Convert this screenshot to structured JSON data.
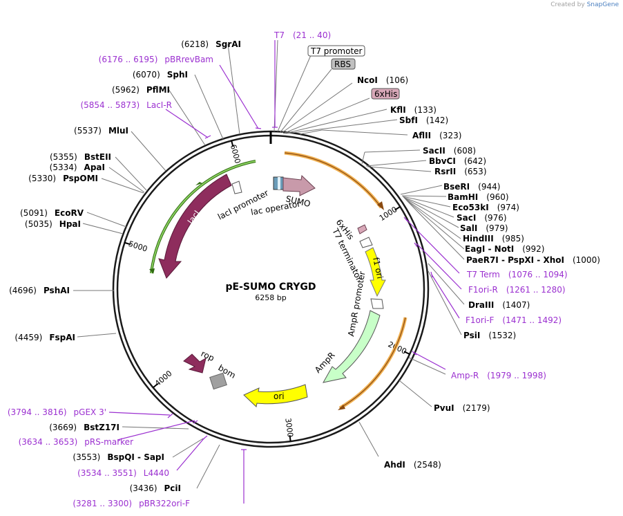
{
  "credit": {
    "prefix": "Created by",
    "brand": "SnapGene"
  },
  "plasmid": {
    "name": "pE-SUMO CRYGD",
    "size": "6258 bp"
  },
  "ticks": [
    "1000",
    "2000",
    "3000",
    "4000",
    "5000",
    "6000"
  ],
  "features": [
    {
      "name": "lacI",
      "label": "lacI"
    },
    {
      "name": "lacI promoter",
      "label": "lacI promoter"
    },
    {
      "name": "lac operator",
      "label": "lac operator"
    },
    {
      "name": "SUMO",
      "label": "SUMO"
    },
    {
      "name": "6xHis",
      "label": "6xHis"
    },
    {
      "name": "T7 terminator",
      "label": "T7 terminator"
    },
    {
      "name": "f1 ori",
      "label": "f1 ori"
    },
    {
      "name": "AmpR promoter",
      "label": "AmpR promoter"
    },
    {
      "name": "AmpR",
      "label": "AmpR"
    },
    {
      "name": "ori",
      "label": "ori"
    },
    {
      "name": "rop",
      "label": "rop"
    },
    {
      "name": "bom",
      "label": "bom"
    }
  ],
  "boxed_labels": [
    "T7 promoter",
    "RBS",
    "6xHis"
  ],
  "sites": [
    {
      "name": "NcoI",
      "pos": "(106)"
    },
    {
      "name": "KflI",
      "pos": "(133)"
    },
    {
      "name": "SbfI",
      "pos": "(142)"
    },
    {
      "name": "AflII",
      "pos": "(323)"
    },
    {
      "name": "SacII",
      "pos": "(608)"
    },
    {
      "name": "BbvCI",
      "pos": "(642)"
    },
    {
      "name": "RsrII",
      "pos": "(653)"
    },
    {
      "name": "BseRI",
      "pos": "(944)"
    },
    {
      "name": "BamHI",
      "pos": "(960)"
    },
    {
      "name": "Eco53kI",
      "pos": "(974)"
    },
    {
      "name": "SacI",
      "pos": "(976)"
    },
    {
      "name": "SalI",
      "pos": "(979)"
    },
    {
      "name": "HindIII",
      "pos": "(985)"
    },
    {
      "name": "EagI - NotI",
      "pos": "(992)"
    },
    {
      "name": "PaeR7I - PspXI - XhoI",
      "pos": "(1000)"
    },
    {
      "name": "DraIII",
      "pos": "(1407)"
    },
    {
      "name": "PsiI",
      "pos": "(1532)"
    },
    {
      "name": "PvuI",
      "pos": "(2179)"
    },
    {
      "name": "AhdI",
      "pos": "(2548)"
    },
    {
      "name": "PciI",
      "pos": "(3436)"
    },
    {
      "name": "BspQI - SapI",
      "pos": "(3553)"
    },
    {
      "name": "BstZ17I",
      "pos": "(3669)"
    },
    {
      "name": "FspAI",
      "pos": "(4459)"
    },
    {
      "name": "PshAI",
      "pos": "(4696)"
    },
    {
      "name": "HpaI",
      "pos": "(5035)"
    },
    {
      "name": "EcoRV",
      "pos": "(5091)"
    },
    {
      "name": "PspOMI",
      "pos": "(5330)"
    },
    {
      "name": "ApaI",
      "pos": "(5334)"
    },
    {
      "name": "BstEII",
      "pos": "(5355)"
    },
    {
      "name": "MluI",
      "pos": "(5537)"
    },
    {
      "name": "SphI",
      "pos": "(6070)"
    },
    {
      "name": "PflMI",
      "pos": "(5962)"
    },
    {
      "name": "SgrAI",
      "pos": "(6218)"
    }
  ],
  "primers": [
    {
      "name": "T7",
      "range": "(21 .. 40)"
    },
    {
      "name": "pBRrevBam",
      "range": "(6176 .. 6195)"
    },
    {
      "name": "LacI-R",
      "range": "(5854 .. 5873)"
    },
    {
      "name": "T7 Term",
      "range": "(1076 .. 1094)"
    },
    {
      "name": "F1ori-R",
      "range": "(1261 .. 1280)"
    },
    {
      "name": "F1ori-F",
      "range": "(1471 .. 1492)"
    },
    {
      "name": "Amp-R",
      "range": "(1979 .. 1998)"
    },
    {
      "name": "pGEX 3'",
      "range": "(3794 .. 3816)"
    },
    {
      "name": "pRS-marker",
      "range": "(3634 .. 3653)"
    },
    {
      "name": "L4440",
      "range": "(3534 .. 3551)"
    },
    {
      "name": "pBR322ori-F",
      "range": "(3281 .. 3300)"
    }
  ],
  "colors": {
    "backbone": "#1a1a1a",
    "primer": "#9b30d0",
    "lacI": "#8e2d5d",
    "lacI_promoter_outline": "#5aa02c",
    "sumo": "#c89aaa",
    "f1ori": "#ffff00",
    "ori": "#ffff00",
    "ampR": "#c8ffc8",
    "orange_arc": "#f0b050",
    "bom": "#a0a0a0",
    "his_box": "#d8a8b8",
    "rbs_box": "#c0c0c0"
  }
}
